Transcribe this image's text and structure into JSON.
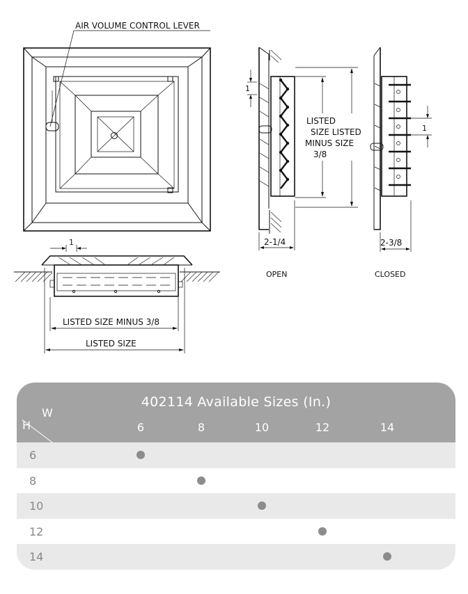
{
  "diagram": {
    "lever_label": "AIR VOLUME CONTROL LEVER",
    "dim_1": "1",
    "listed_size": "LISTED SIZE",
    "listed_size_minus": "LISTED SIZE MINUS 3/8",
    "side_listed": "LISTED",
    "side_size_listed": "SIZE LISTED",
    "side_minus_size": "MINUS  SIZE",
    "side_three_eighths": "3/8",
    "open_depth": "2-1/4",
    "closed_depth": "2-3/8",
    "open_label": "OPEN",
    "closed_label": "CLOSED"
  },
  "table": {
    "title": "402114 Available Sizes (In.)",
    "w_label": "W",
    "h_label": "H",
    "columns": [
      "6",
      "8",
      "10",
      "12",
      "14"
    ],
    "rows": [
      {
        "h": "6",
        "available": [
          true,
          false,
          false,
          false,
          false
        ]
      },
      {
        "h": "8",
        "available": [
          false,
          true,
          false,
          false,
          false
        ]
      },
      {
        "h": "10",
        "available": [
          false,
          false,
          true,
          false,
          false
        ]
      },
      {
        "h": "12",
        "available": [
          false,
          false,
          false,
          true,
          false
        ]
      },
      {
        "h": "14",
        "available": [
          false,
          false,
          false,
          false,
          true
        ]
      }
    ],
    "dot_color": "#8c8c8c",
    "header_color": "#a3a3a3"
  }
}
